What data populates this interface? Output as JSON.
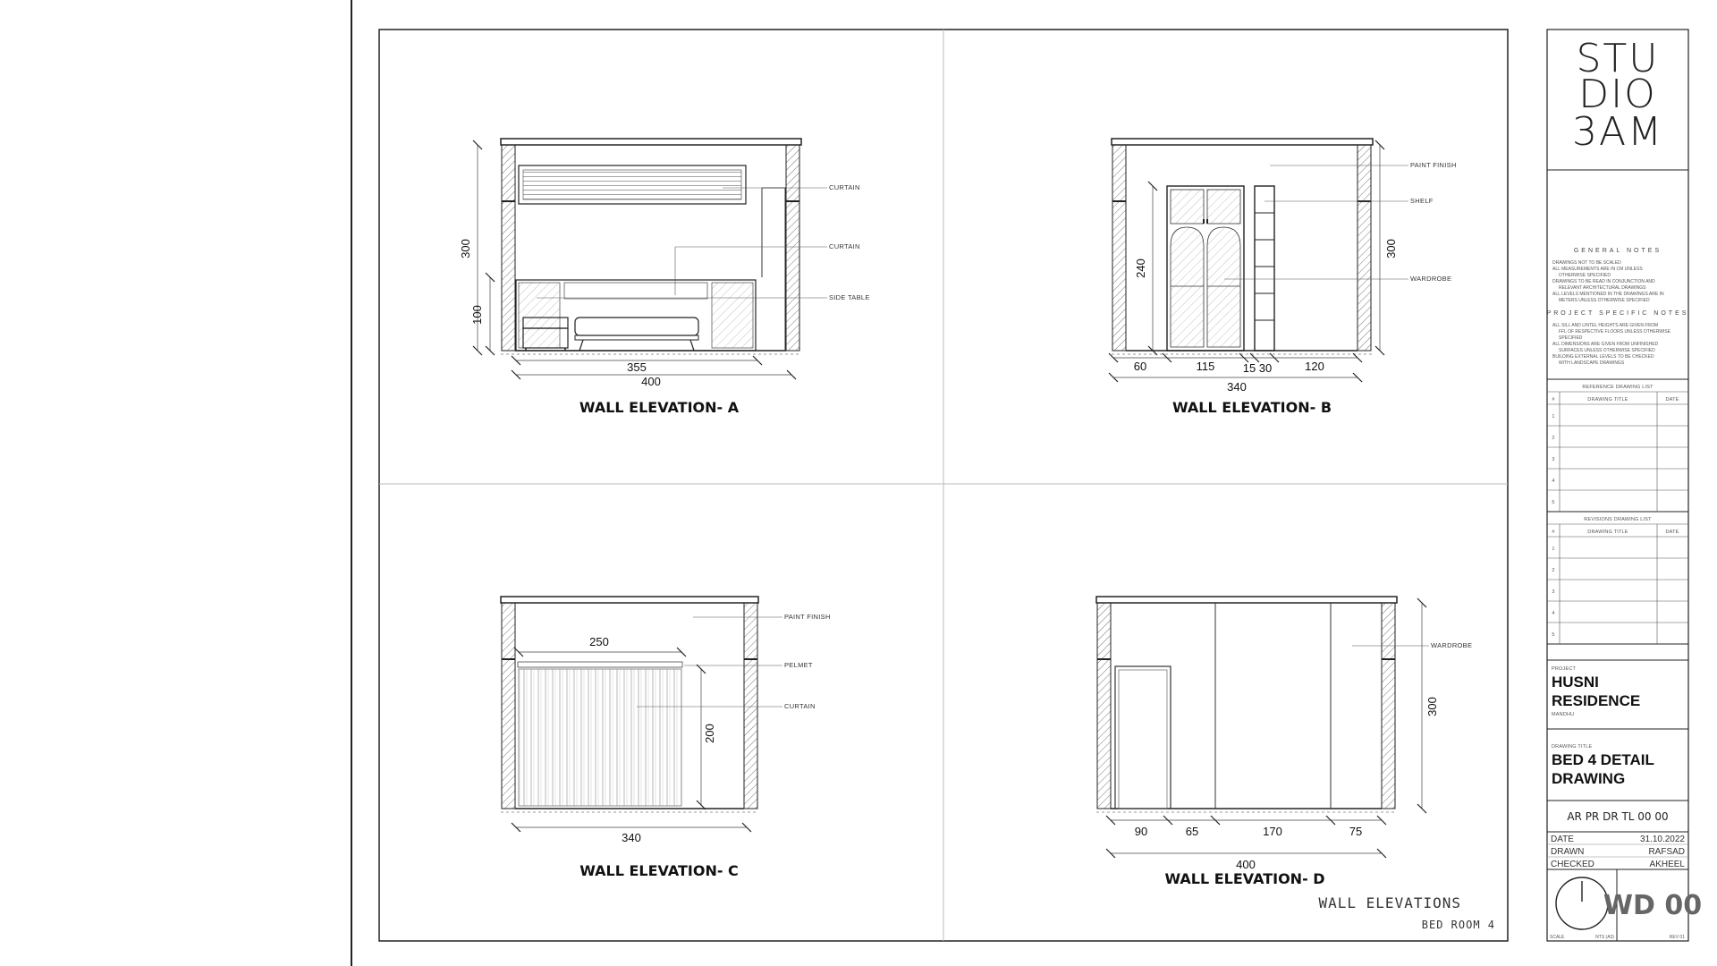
{
  "elevations": {
    "a": {
      "title": "WALL ELEVATION- A",
      "dims": {
        "height_total": "300",
        "height_lower": "100",
        "width_inner": "355",
        "width_total": "400"
      },
      "labels": {
        "curtain_top": "CURTAIN",
        "curtain_mid": "CURTAIN",
        "side_table": "SIDE TABLE"
      }
    },
    "b": {
      "title": "WALL ELEVATION- B",
      "dims": {
        "height_wardrobe": "240",
        "height_total": "300",
        "seg1": "60",
        "seg2": "115",
        "seg3": "15",
        "seg4": "30",
        "seg5": "120",
        "width_total": "340"
      },
      "labels": {
        "paint_finish": "PAINT FINISH",
        "shelf": "SHELF",
        "wardrobe": "WARDROBE"
      }
    },
    "c": {
      "title": "WALL ELEVATION- C",
      "dims": {
        "curtain_width": "250",
        "curtain_height": "200",
        "width_total": "340"
      },
      "labels": {
        "paint_finish": "PAINT FINISH",
        "pelmet": "PELMET",
        "curtain": "CURTAIN"
      }
    },
    "d": {
      "title": "WALL ELEVATION- D",
      "dims": {
        "seg1": "90",
        "seg2": "65",
        "seg3": "170",
        "seg4": "75",
        "width_total": "400",
        "height_total": "300"
      },
      "labels": {
        "wardrobe": "WARDROBE"
      }
    }
  },
  "sheet": {
    "title": "WALL ELEVATIONS",
    "subtitle": "BED ROOM 4"
  },
  "title_block": {
    "logo_lines": [
      "STU",
      "DIO",
      "3AM"
    ],
    "general_notes_heading": "GENERAL NOTES",
    "general_notes": [
      "DRAWINGS NOT TO BE SCALED",
      "ALL MEASUREMENTS ARE IN CM UNLESS",
      "OTHERWISE SPECIFIED",
      "DRAWINGS TO BE READ IN CONJUNCTION AND",
      "RELEVANT ARCHITECTURAL DRAWINGS",
      "ALL LEVELS MENTIONED IN THE DRAWINGS ARE IN",
      "METERS UNLESS OTHERWISE SPECIFIED"
    ],
    "project_notes_heading": "PROJECT SPECIFIC NOTES",
    "project_notes": [
      "ALL SILL AND LINTEL HEIGHTS ARE GIVEN FROM",
      "FFL OF RESPECTIVE FLOORS UNLESS OTHERWISE",
      "SPECIFIED",
      "ALL DIMENSIONS ARE GIVEN FROM UNFINISHED",
      "SURFACES UNLESS OTHERWISE SPECIFIED",
      "BUILDING EXTERNAL LEVELS TO BE CHECKED",
      "WITH LANDSCAPE DRAWINGS"
    ],
    "reference_heading": "REFERENCE DRAWING LIST",
    "revisions_heading": "REVISIONS DRAWING LIST",
    "col_no": "#",
    "col_title": "DRAWING TITLE",
    "col_date": "DATE",
    "rows": [
      "1",
      "2",
      "3",
      "4",
      "5"
    ],
    "project_label": "PROJECT",
    "project_name_1": "HUSNI",
    "project_name_2": "RESIDENCE",
    "project_location": "MANDHU",
    "drawing_title_label": "DRAWING TITLE",
    "drawing_title_1": "BED 4 DETAIL",
    "drawing_title_2": "DRAWING",
    "drawing_code": "AR PR DR TL 00 00",
    "date_label": "DATE",
    "date_value": "31.10.2022",
    "drawn_label": "DRAWN",
    "drawn_value": "RAFSAD",
    "checked_label": "CHECKED",
    "checked_value": "AKHEEL",
    "scale_label": "SCALE",
    "scale_value": "NTS (A3)",
    "sheet_no": "WD 00",
    "rev_label": "REV 01"
  }
}
